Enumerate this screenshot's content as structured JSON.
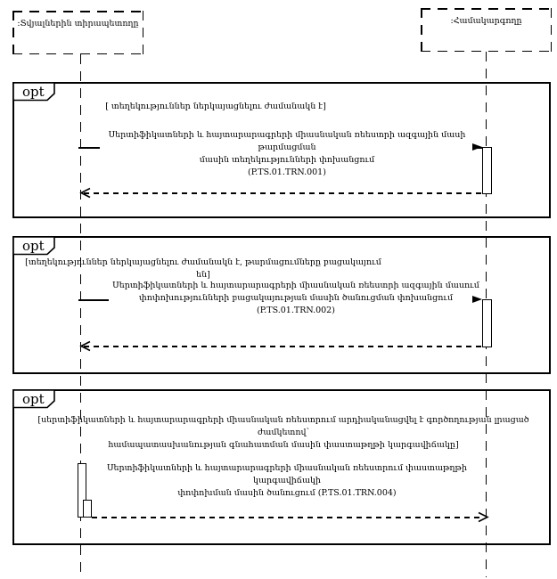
{
  "diagram": {
    "type": "uml-sequence-diagram",
    "colors": {
      "line": "#000000",
      "background": "#ffffff"
    },
    "actors": [
      {
        "label": ":Տվյալներին տիրապետողը"
      },
      {
        "label": ":Համակարգողը"
      }
    ],
    "fragments": [
      {
        "operator": "opt",
        "guard_lines": [
          "[ տեղեկություններ ներկայացնելու ժամանակն է]"
        ],
        "message_lines": [
          "Սերտիֆիկատների և հայտարարագրերի միասնական ռեեստրի ազգային մասի թարմացման",
          "մասին տեղեկությունների փոխանցում",
          "(P.TS.01.TRN.001)"
        ],
        "message_direction": "left-to-right-solid-with-dashed-return"
      },
      {
        "operator": "opt",
        "guard_lines": [
          "[տեղեկություններ ներկայացնելու ժամանակն է, թարմացումները բացակայում են]"
        ],
        "message_lines": [
          "Սերտիֆիկատների և հայտարարագրերի միասնական ռեեստրի ազգային մասում",
          "փոփոխությունների բացակայության մասին ծանուցման փոխանցում (P.TS.01.TRN.002)"
        ],
        "message_direction": "left-to-right-solid-with-dashed-return"
      },
      {
        "operator": "opt",
        "guard_lines": [
          "[սերտիֆիկատների և հայտարարագրերի միասնական ռեեստրում արդիականացվել է գործողության լրացած ժամկետով՝",
          "համապատասխանության գնահատման մասին փաստաթղթի կարգավիճակը]"
        ],
        "message_lines": [
          "Սերտիֆիկատների և հայտարարագրերի միասնական ռեեստրում փաստաթղթի կարգավիճակի",
          "փոփոխման մասին ծանուցում (P.TS.01.TRN.004)"
        ],
        "message_direction": "left-to-right-dashed"
      }
    ]
  }
}
